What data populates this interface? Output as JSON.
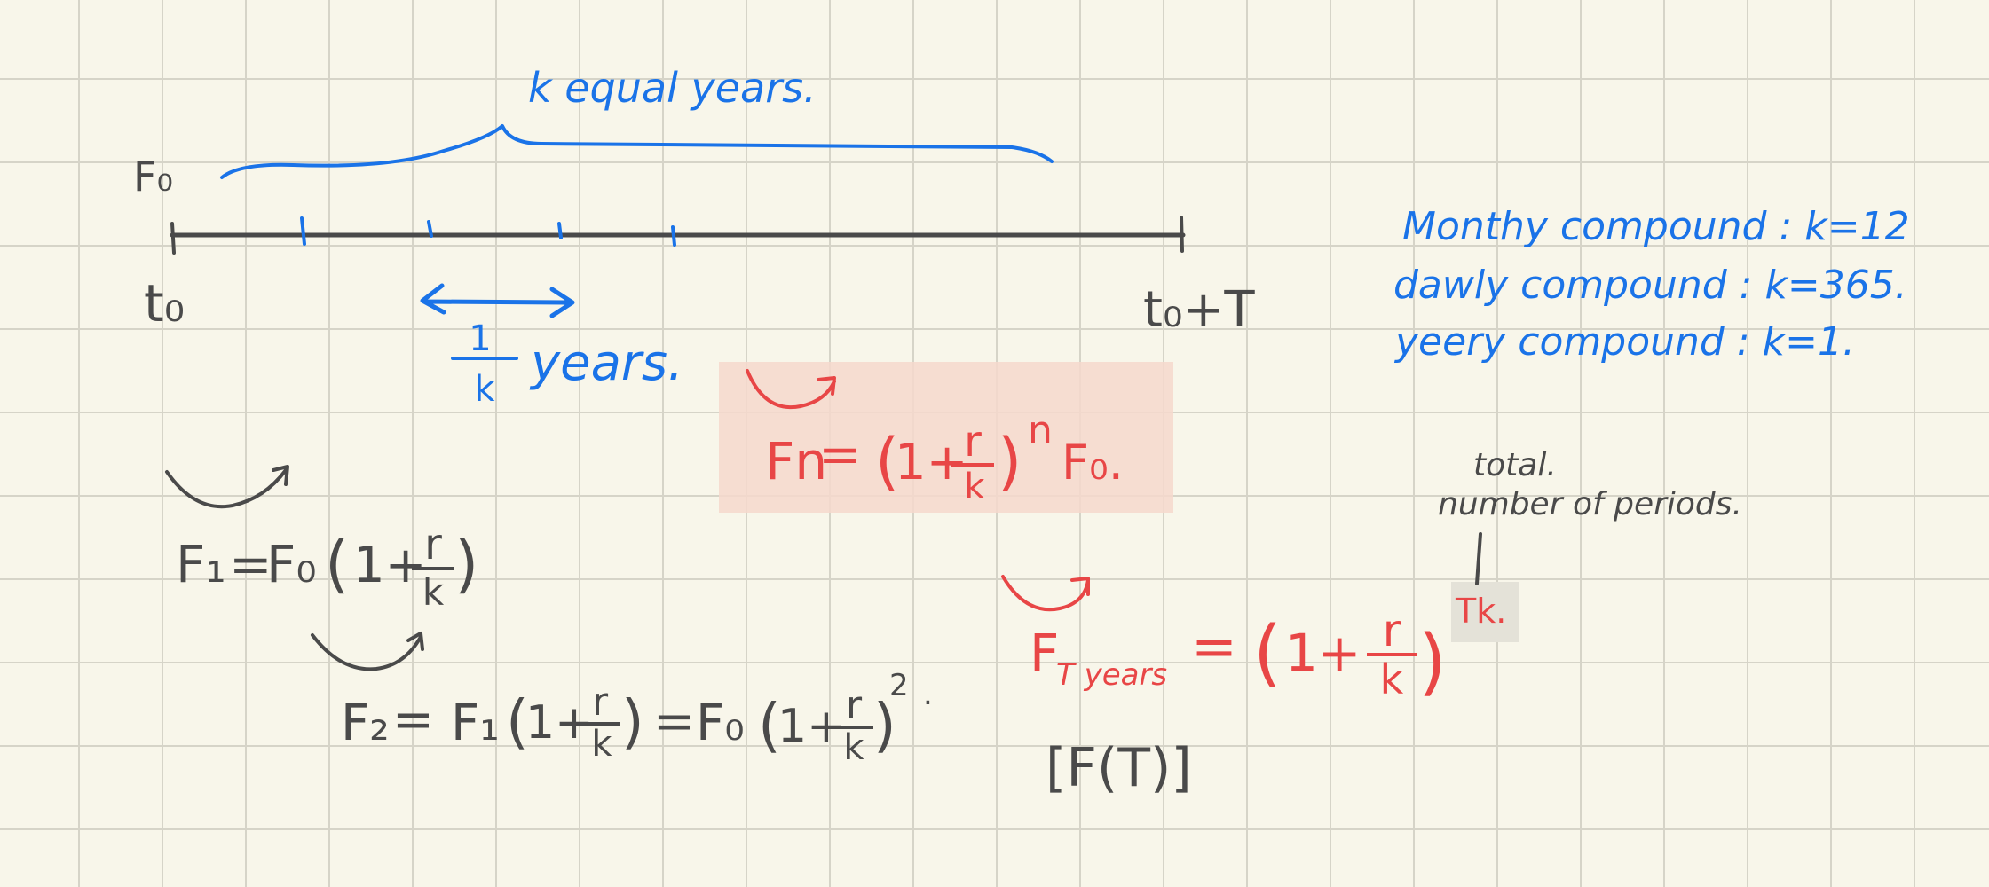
{
  "colors": {
    "paper": "#f8f6ea",
    "grid": "#d6d4c8",
    "ink_dark": "#4a4a4a",
    "ink_blue": "#1a73e8",
    "ink_red": "#e84646",
    "highlight_red": "#f6d8cc",
    "highlight_gray": "#e4e2d8"
  },
  "timeline": {
    "top_label": "k equal years.",
    "start_value": "F₀",
    "start_label": "t₀",
    "end_label": "t₀+T",
    "interval_numerator": "1",
    "interval_denominator": "k",
    "interval_unit": "years."
  },
  "compounding": {
    "monthly": "Monthy compound : k=12",
    "daily": "dawly compound : k=365.",
    "yearly": "yeery compound : k=1."
  },
  "formulas": {
    "f1": {
      "lhs": "F₁",
      "eq": "=",
      "base": "F₀",
      "paren_open": "(",
      "one_plus": "1+",
      "num": "r",
      "den": "k",
      "paren_close": ")"
    },
    "f2": {
      "lhs": "F₂",
      "eq": "=",
      "term1_base": "F₁",
      "paren_open": "(",
      "one_plus": "1+",
      "num": "r",
      "den": "k",
      "paren_close": ")",
      "eq2": "=",
      "term2_base": "F₀",
      "exp": "2",
      "end": "."
    },
    "fn": {
      "lhs": "Fn",
      "eq": "=",
      "paren_open": "(",
      "one_plus": "1+",
      "num": "r",
      "den": "k",
      "paren_close": ")",
      "exp": "n",
      "tail": "F₀."
    },
    "ft": {
      "lhs": "F",
      "sub": "T years",
      "eq": "=",
      "paren_open": "(",
      "one_plus": "1+",
      "num": "r",
      "den": "k",
      "paren_close": ")",
      "exp": "Tk.",
      "alias": "[F(T)]"
    },
    "note": {
      "line1": "total.",
      "line2": "number of periods."
    }
  }
}
